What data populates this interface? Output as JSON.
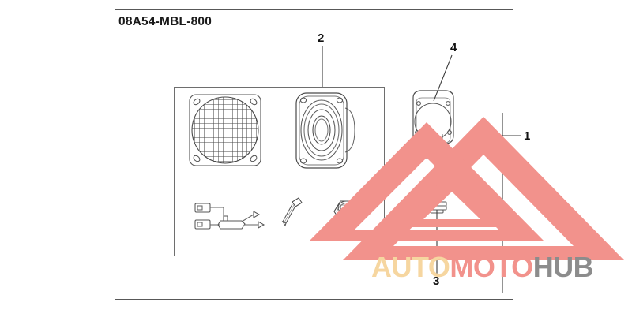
{
  "document": {
    "part_number": "08A54-MBL-800",
    "background_color": "#ffffff",
    "frame_color": "#585858",
    "line_color": "#555555"
  },
  "callouts": [
    {
      "id": "1",
      "label": "1",
      "target": "speaker-kit-assembly-boundary"
    },
    {
      "id": "2",
      "label": "2",
      "target": "speaker-driver"
    },
    {
      "id": "3",
      "label": "3",
      "target": "grommet-bushing"
    },
    {
      "id": "4",
      "label": "4",
      "target": "mounting-bracket-housing"
    }
  ],
  "parts": [
    {
      "ref": "2",
      "name": "speaker-grille"
    },
    {
      "ref": "2",
      "name": "speaker-driver"
    },
    {
      "ref": "",
      "name": "wiring-harness"
    },
    {
      "ref": "",
      "name": "screw"
    },
    {
      "ref": "",
      "name": "hex-nut"
    },
    {
      "ref": "4",
      "name": "mounting-bracket-housing"
    },
    {
      "ref": "3",
      "name": "grommet-bushing"
    }
  ],
  "watermark": {
    "text_auto": "AUTO",
    "text_moto": "MOTO",
    "text_hub": "HUB",
    "color_auto": "#f6d6a0",
    "color_moto": "#f2928c",
    "color_hub": "#8c8c8c",
    "logo_color": "#f2928c",
    "logo_name": "triple-triangle-logo"
  }
}
